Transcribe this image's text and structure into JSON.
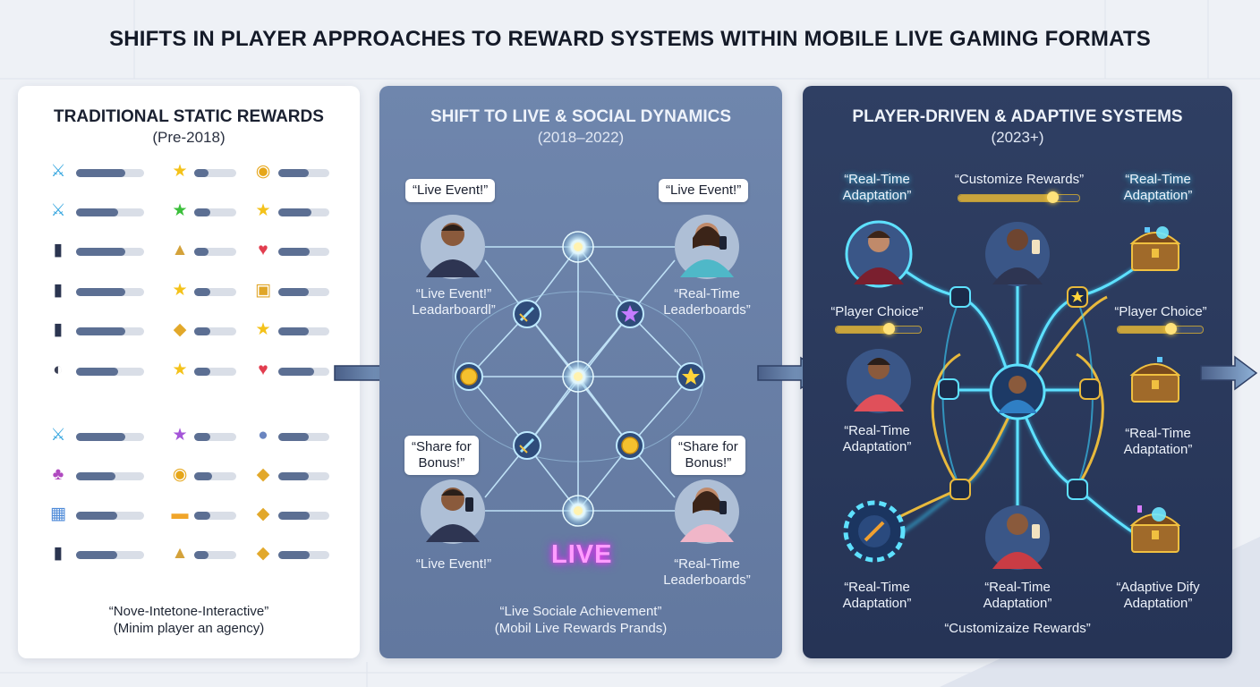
{
  "title": "SHIFTS IN PLAYER APPROACHES TO REWARD SYSTEMS WITHIN MOBILE LIVE GAMING FORMATS",
  "panel1": {
    "heading": "TRADITIONAL STATIC REWARDS",
    "period": "(Pre-2018)",
    "footer_line1": "“Nove-Intetone-Interactive”",
    "footer_line2": "(Minim player an agency)",
    "rows": [
      {
        "icons": [
          "sword-icon",
          "star-icon",
          "coin-icon"
        ],
        "levels": [
          0.72,
          0.35,
          0.6
        ]
      },
      {
        "icons": [
          "sword-icon",
          "star-icon",
          "star-icon"
        ],
        "levels": [
          0.62,
          0.38,
          0.65
        ]
      },
      {
        "icons": [
          "phone-icon",
          "badge-icon",
          "heart-icon"
        ],
        "levels": [
          0.72,
          0.35,
          0.62
        ]
      },
      {
        "icons": [
          "phone-icon",
          "star-icon",
          "token-icon"
        ],
        "levels": [
          0.72,
          0.38,
          0.6
        ]
      },
      {
        "icons": [
          "phone-icon",
          "gem-icon",
          "star-icon"
        ],
        "levels": [
          0.72,
          0.38,
          0.6
        ]
      },
      {
        "icons": [
          "gamepad-icon",
          "star-icon",
          "heart-icon"
        ],
        "levels": [
          0.62,
          0.38,
          0.7
        ]
      },
      {
        "icons": [
          "sword-icon",
          "star-icon",
          "toggle-icon"
        ],
        "levels": [
          0.72,
          0.38,
          0.6
        ]
      },
      {
        "icons": [
          "trophy-icon",
          "coin-icon",
          "gem-icon"
        ],
        "levels": [
          0.58,
          0.42,
          0.6
        ]
      },
      {
        "icons": [
          "robot-icon",
          "pill-icon",
          "gem-icon"
        ],
        "levels": [
          0.6,
          0.38,
          0.62
        ]
      },
      {
        "icons": [
          "phone-icon",
          "badge-icon",
          "gem-icon"
        ],
        "levels": [
          0.6,
          0.35,
          0.62
        ]
      }
    ],
    "colors": {
      "bar_fill": "#5c6f93",
      "bar_track": "#d9dee7"
    }
  },
  "panel2": {
    "heading": "SHIFT TO LIVE & SOCIAL DYNAMICS",
    "period": "(2018–2022)",
    "bubble_tl": "“Live Event!”",
    "bubble_tr": "“Live Event!”",
    "bubble_bl_1": "“Share for",
    "bubble_bl_2": "Bonus!”",
    "bubble_br_1": "“Share for",
    "bubble_br_2": "Bonus!”",
    "label_tl_1": "“Live Event!”",
    "label_tl_2": "Leadarboardl”",
    "label_tr_1": "“Real-Time",
    "label_tr_2": "Leaderboards”",
    "label_bl": "“Live Event!”",
    "label_br_1": "“Real-Time",
    "label_br_2": "Leaderboards”",
    "live_sign": "LIVE",
    "footer_line1": "“Live Sociale Achievement”",
    "footer_line2": "(Mobil Live Rewards Prands)",
    "colors": {
      "link": "#bfe9ff",
      "neon": "#ff4cf2"
    }
  },
  "panel3": {
    "heading": "PLAYER-DRIVEN & ADAPTIVE SYSTEMS",
    "period": "(2023+)",
    "top_left_1": "“Real-Time",
    "top_left_2": "Adaptation”",
    "top_mid": "“Customize Rewards”",
    "top_right_1": "“Real-Time",
    "top_right_2": "Adaptation”",
    "choice_left": "“Player Choice”",
    "choice_right": "“Player Choice”",
    "mid_left_1": "“Real-Time",
    "mid_left_2": "Adaptation”",
    "mid_right_1": "“Real-Time",
    "mid_right_2": "Adaptation”",
    "bot_left_1": "“Real-Time",
    "bot_left_2": "Adaptation”",
    "bot_mid_1": "“Real-Time",
    "bot_mid_2": "Adaptation”",
    "bot_right_1": "“Adaptive Dify",
    "bot_right_2": "Adaptation”",
    "footer": "“Customizaize Rewards”",
    "sliders": {
      "top_mid": 0.78,
      "choice_left": 0.62,
      "choice_right": 0.62
    },
    "colors": {
      "cyan_link": "#38d2ff",
      "gold_link": "#e8b93c"
    }
  }
}
